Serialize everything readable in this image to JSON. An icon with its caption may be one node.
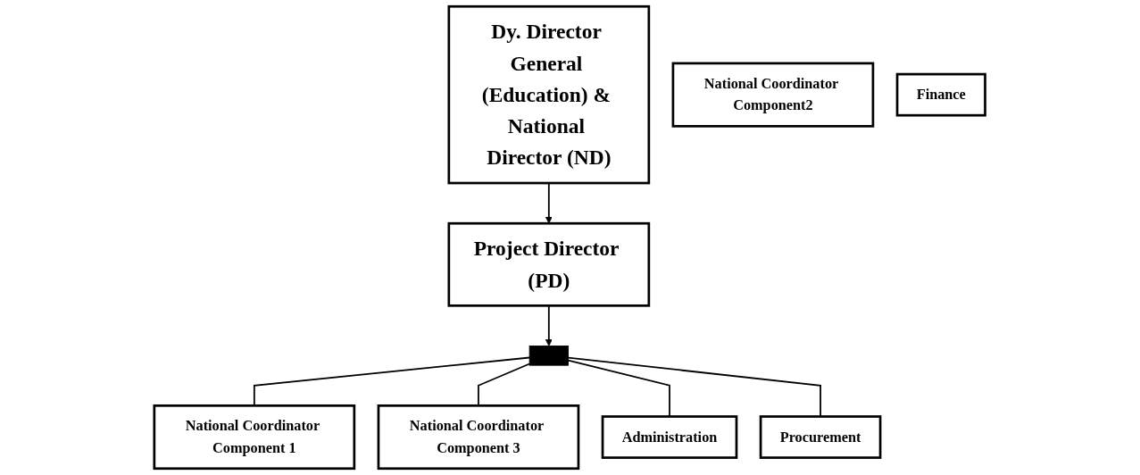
{
  "diagram": {
    "nodes": [
      {
        "text": [
          "Dy. Director General (Education) & National Director (ND)"
        ]
      },
      {
        "text": [
          "Project Director (PD)"
        ]
      },
      {
        "text": [],
        "shape": "bar"
      },
      {
        "text": [
          "National Coordinator Component 1"
        ]
      },
      {
        "text": [
          "National Coordinator Component2"
        ]
      },
      {
        "text": [
          "National Coordinator Component 3"
        ]
      },
      {
        "text": [
          "Administration"
        ]
      },
      {
        "text": [
          "Finance"
        ]
      },
      {
        "text": [
          "Procurement"
        ]
      }
    ],
    "edges": [
      {
        "from": 0,
        "to": 1,
        "arrow": "to"
      },
      {
        "from": 1,
        "to": 2,
        "arrow": "to"
      },
      {
        "from": 2,
        "to": 3,
        "arrow": "none"
      },
      {
        "from": 2,
        "to": 5,
        "arrow": "none"
      },
      {
        "from": 2,
        "to": 6,
        "arrow": "none"
      },
      {
        "from": 2,
        "to": 8,
        "arrow": "none"
      }
    ]
  }
}
